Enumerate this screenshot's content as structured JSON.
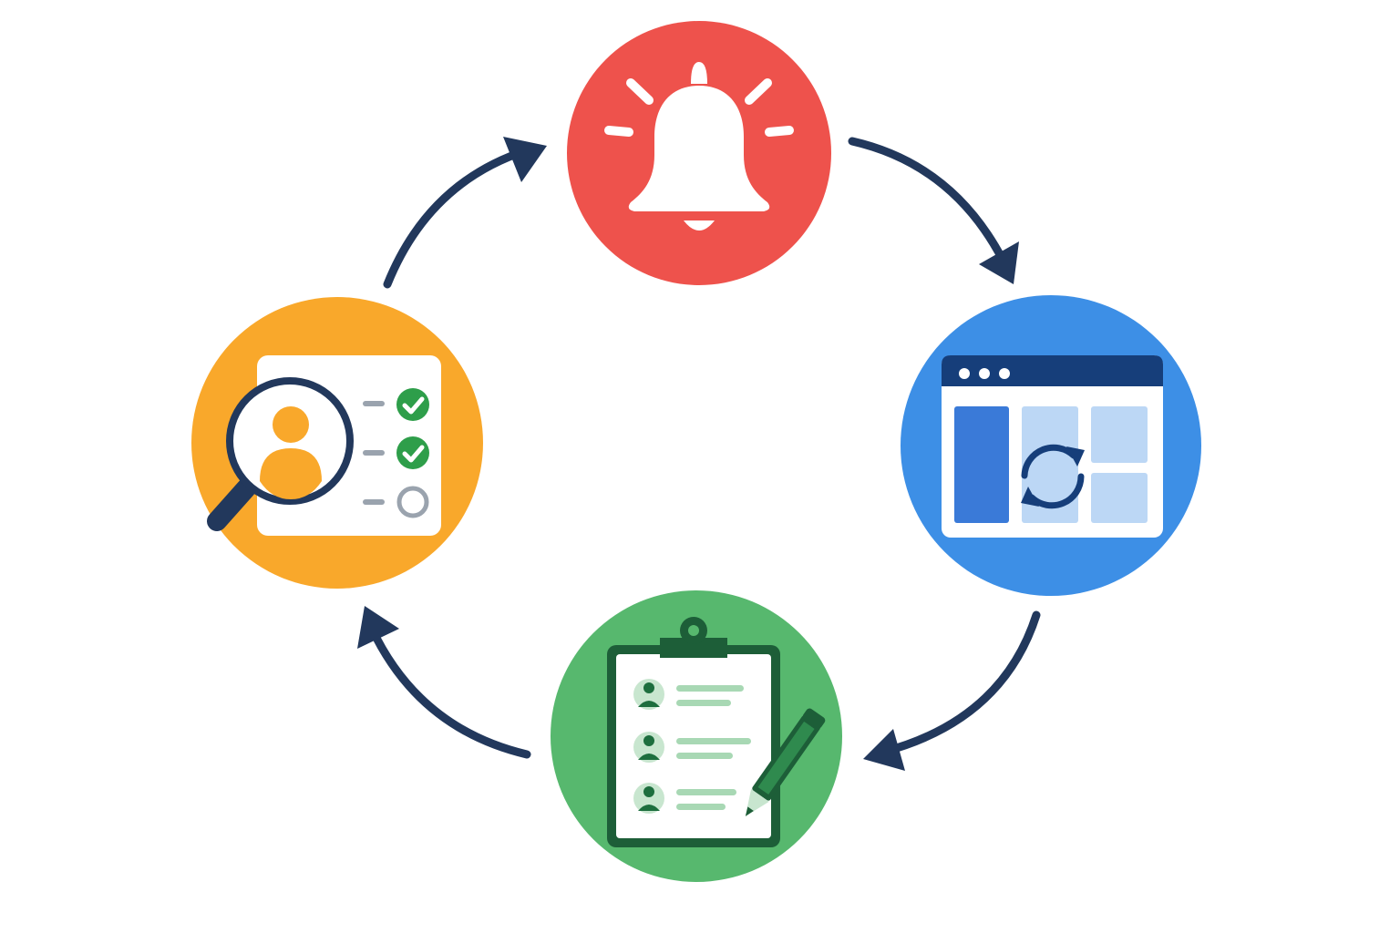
{
  "diagram": {
    "type": "cycle",
    "direction": "clockwise",
    "arrow_color": "#22385c",
    "nodes": [
      {
        "id": "alert",
        "icon": "bell-icon",
        "color": "#ee524c"
      },
      {
        "id": "dashboard",
        "icon": "browser-sync-icon",
        "color": "#3d8fe6"
      },
      {
        "id": "records",
        "icon": "clipboard-list-icon",
        "color": "#57b86e"
      },
      {
        "id": "review",
        "icon": "profile-search-icon",
        "color": "#f9a82b"
      }
    ]
  }
}
